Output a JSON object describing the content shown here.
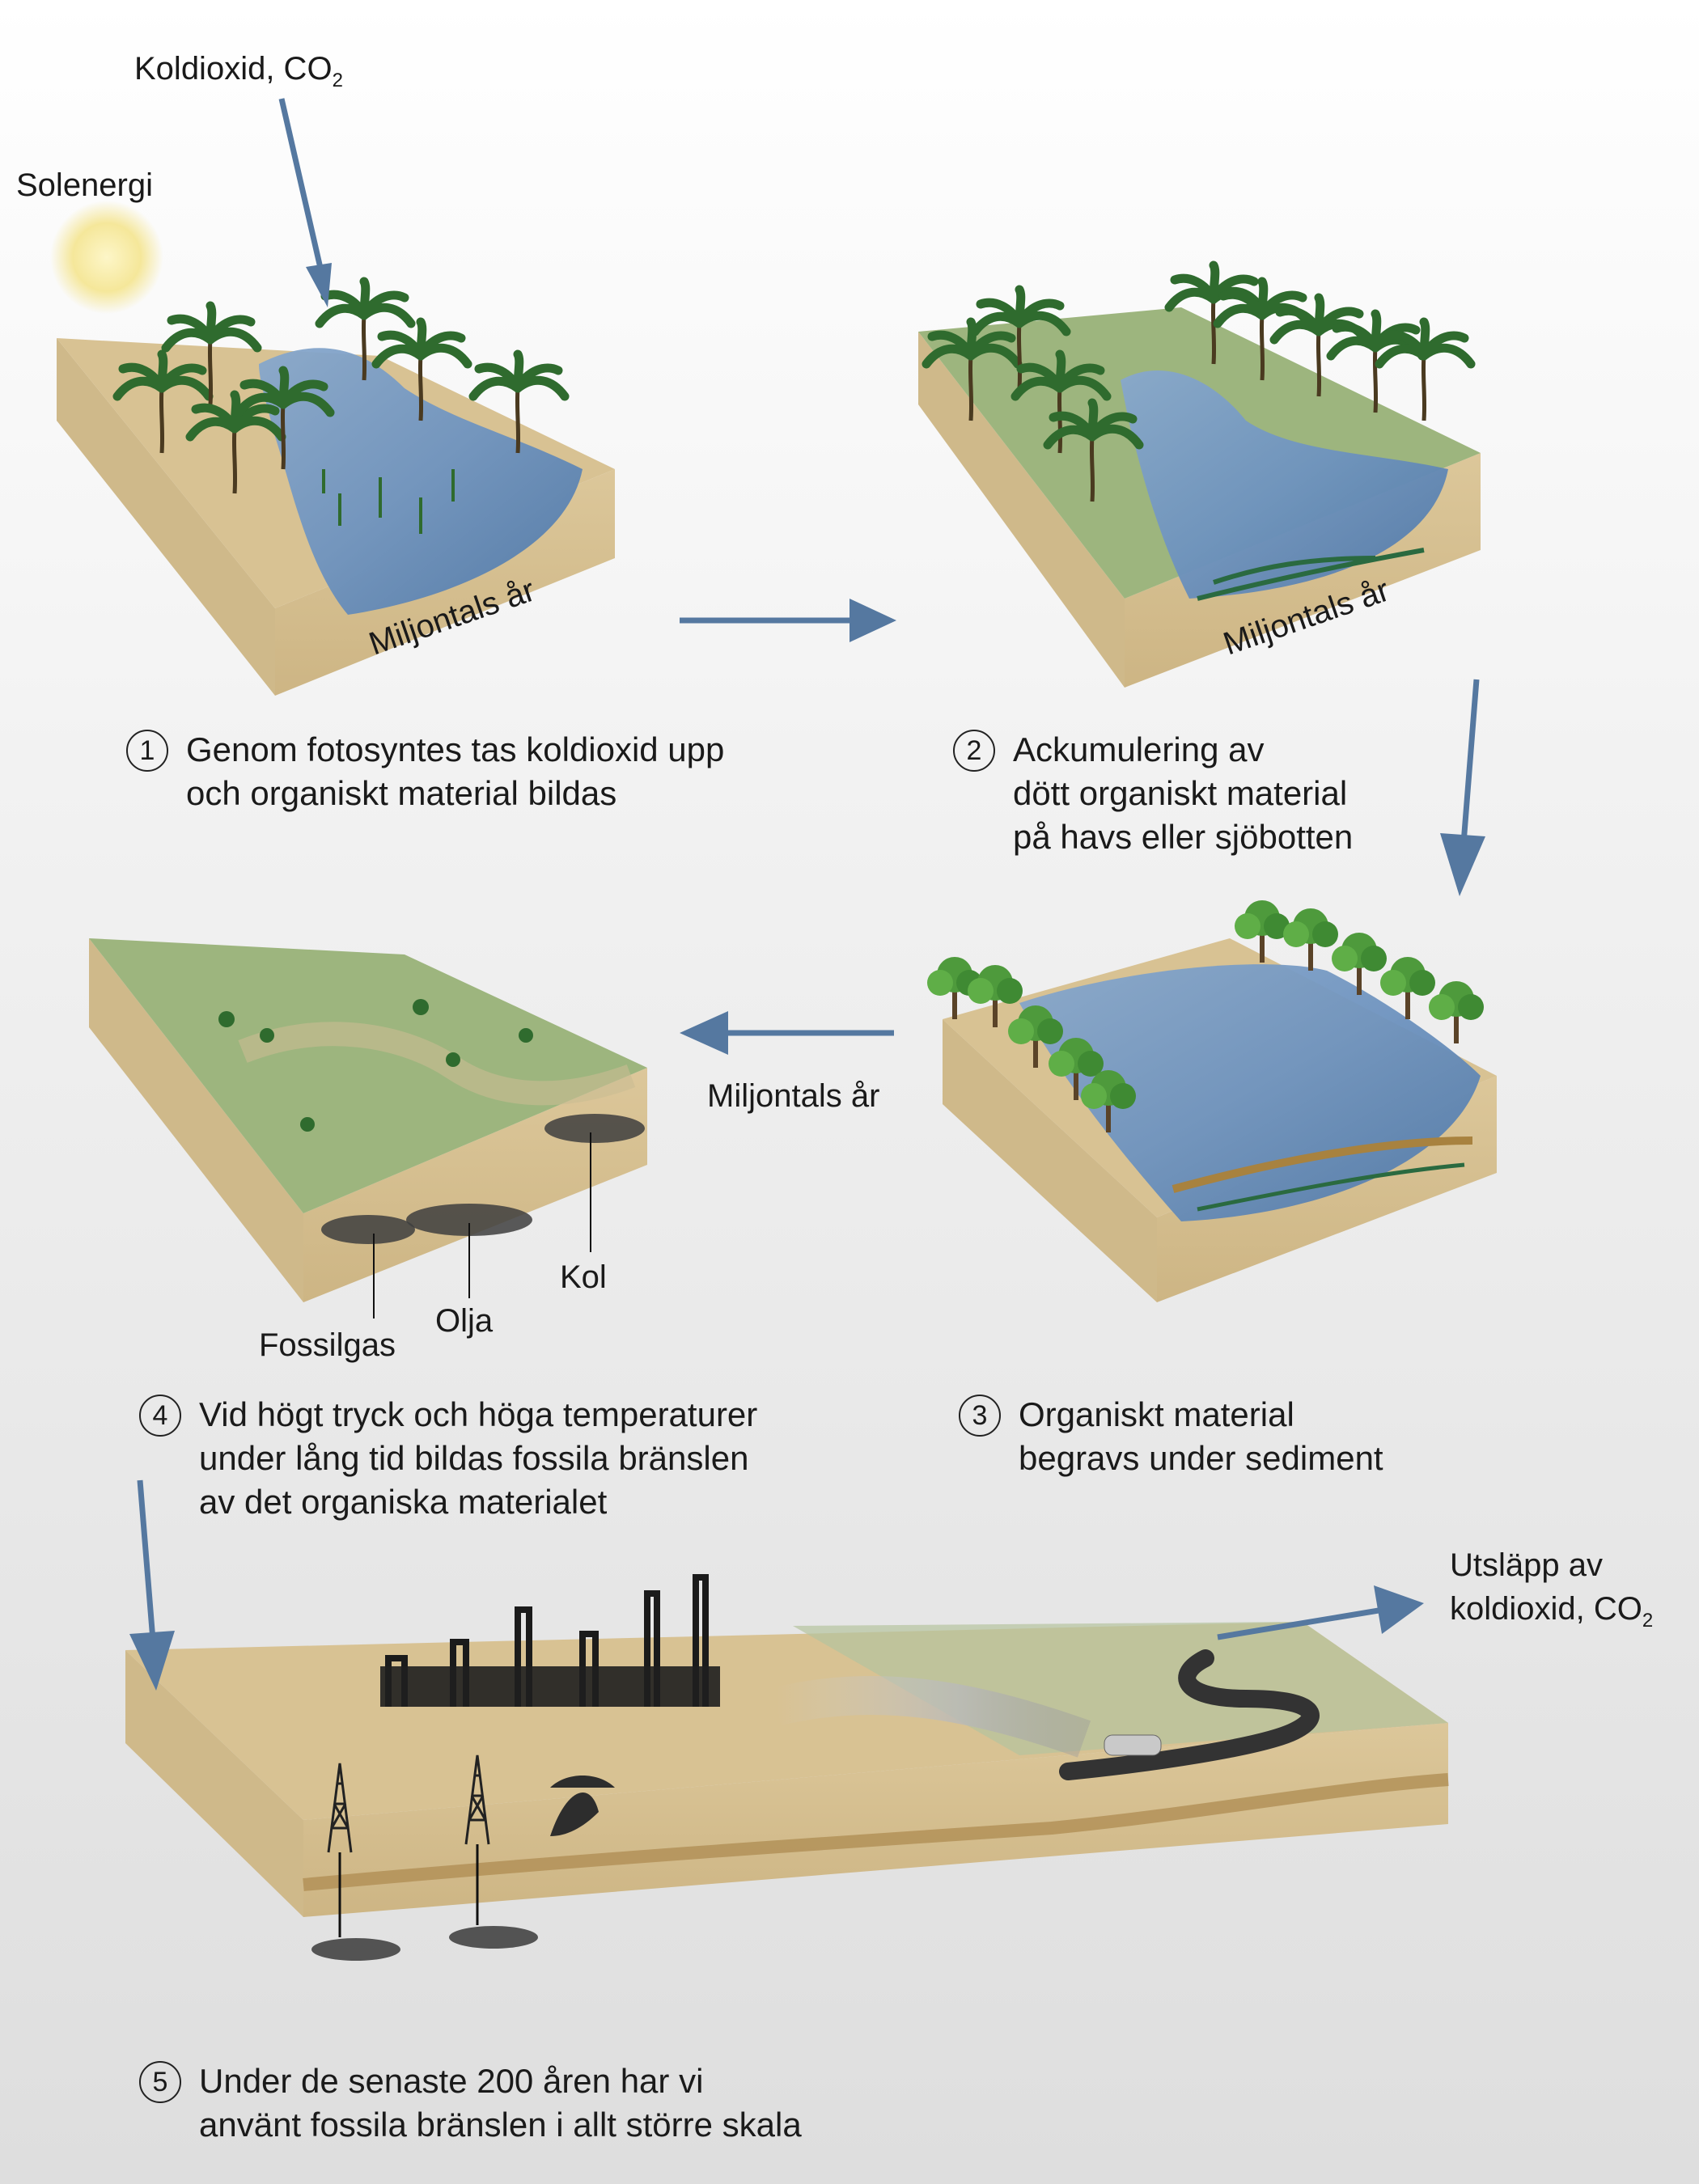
{
  "sun_label": "Solenergi",
  "co2_in": {
    "main": "Koldioxid, CO",
    "sub": "2"
  },
  "co2_out": {
    "line1": "Utsläpp av",
    "line2_main": "koldioxid, CO",
    "line2_sub": "2"
  },
  "block_labels": {
    "block1": "Miljontals år",
    "block2": "Miljontals år",
    "between_3_4": "Miljontals år"
  },
  "deposit_labels": {
    "kol": "Kol",
    "olja": "Olja",
    "fossilgas": "Fossilgas"
  },
  "steps": [
    {
      "num": "1",
      "lines": [
        "Genom fotosyntes tas koldioxid upp",
        "och organiskt material bildas"
      ]
    },
    {
      "num": "2",
      "lines": [
        "Ackumulering av",
        "dött organiskt material",
        "på havs eller sjöbotten"
      ]
    },
    {
      "num": "3",
      "lines": [
        "Organiskt material",
        "begravs under sediment"
      ]
    },
    {
      "num": "4",
      "lines": [
        "Vid högt tryck och höga temperaturer",
        "under lång tid bildas fossila bränslen",
        "av det organiska materialet"
      ]
    },
    {
      "num": "5",
      "lines": [
        "Under de senaste 200 åren har vi",
        "använt fossila bränslen i allt större skala"
      ]
    }
  ],
  "colors": {
    "arrow": "#5578a0",
    "sand": "#d8c293",
    "grass": "#9db57e",
    "water": "#5e86b4",
    "sun": "#f7ea9a"
  }
}
